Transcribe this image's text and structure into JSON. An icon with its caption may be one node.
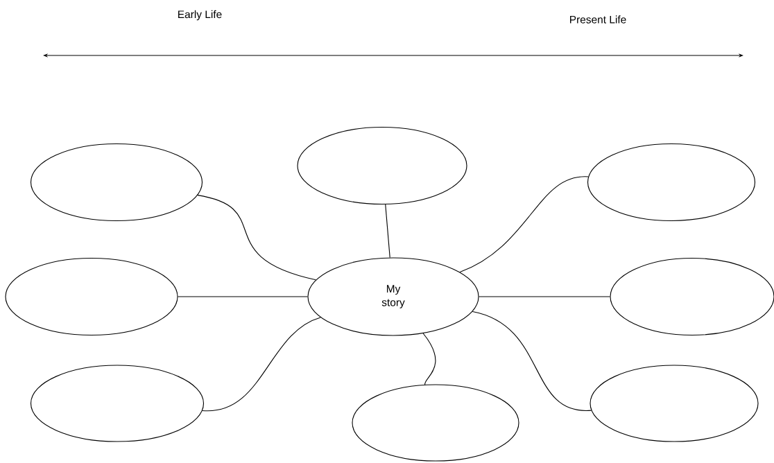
{
  "diagram": {
    "nodes": [
      {
        "text": [
          "My story"
        ]
      },
      {
        "text": [],
        "shape": "ellipse"
      },
      {
        "text": [],
        "shape": "ellipse"
      },
      {
        "text": [],
        "shape": "ellipse"
      },
      {
        "text": [],
        "shape": "ellipse"
      },
      {
        "text": [],
        "shape": "ellipse"
      },
      {
        "text": [],
        "shape": "ellipse"
      },
      {
        "text": [],
        "shape": "ellipse"
      },
      {
        "text": [],
        "shape": "ellipse"
      }
    ],
    "edges": [
      {
        "from": 0,
        "to": 1,
        "arrow": "none"
      },
      {
        "from": 0,
        "to": 2,
        "arrow": "none"
      },
      {
        "from": 0,
        "to": 3,
        "arrow": "none"
      },
      {
        "from": 0,
        "to": 4,
        "arrow": "none"
      },
      {
        "from": 0,
        "to": 5,
        "arrow": "none"
      },
      {
        "from": 0,
        "to": 6,
        "arrow": "none"
      },
      {
        "from": 0,
        "to": 7,
        "arrow": "none"
      },
      {
        "from": 0,
        "to": 8,
        "arrow": "none"
      }
    ],
    "labels": [
      "Early Life",
      "Present Life"
    ]
  }
}
